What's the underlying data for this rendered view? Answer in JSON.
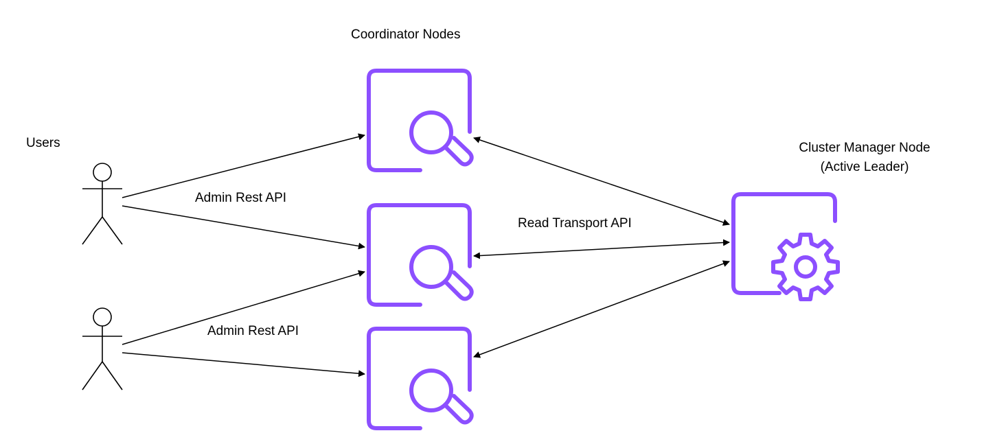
{
  "diagram": {
    "users_label": "Users",
    "coordinator_label": "Coordinator Nodes",
    "manager_label_line1": "Cluster Manager Node",
    "manager_label_line2": "(Active Leader)",
    "edge_labels": {
      "admin_rest_api_1": "Admin Rest API",
      "admin_rest_api_2": "Admin Rest API",
      "read_transport_api": "Read Transport API"
    },
    "colors": {
      "node_accent": "#8c4fff",
      "edge": "#000000"
    },
    "icons": {
      "user": "actor-icon",
      "coordinator": "search-icon",
      "manager": "gear-icon"
    }
  }
}
